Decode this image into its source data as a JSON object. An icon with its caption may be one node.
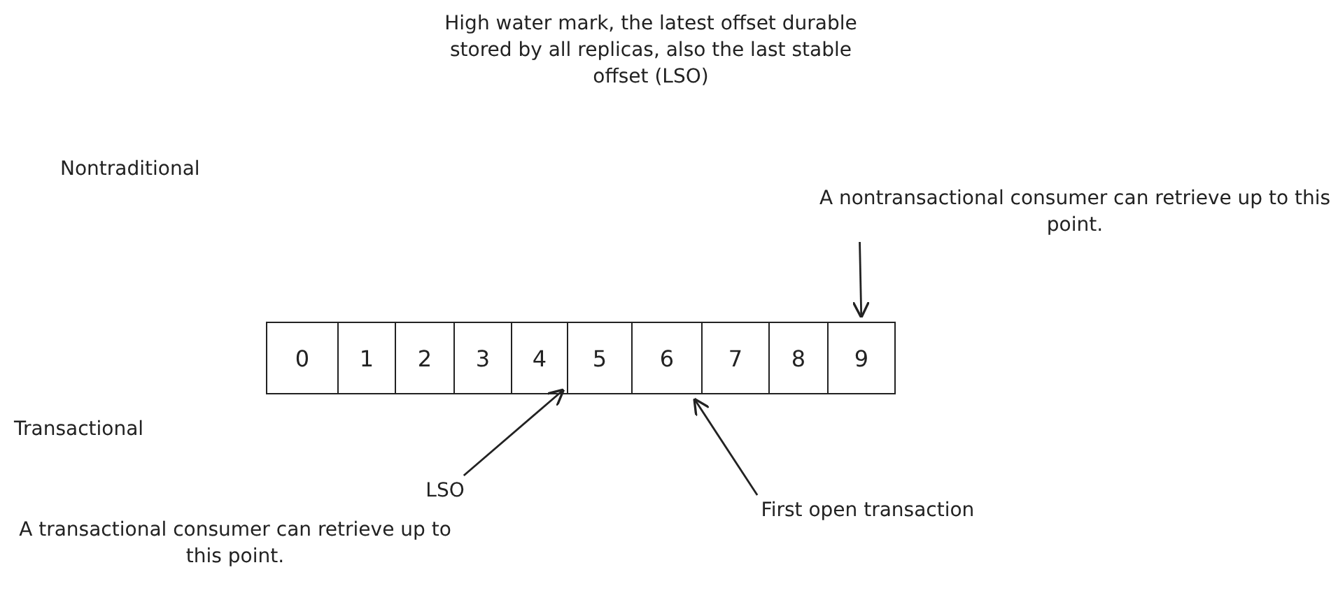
{
  "diagram": {
    "nodes": [
      {
        "text": [
          "0"
        ]
      },
      {
        "text": [
          "1"
        ]
      },
      {
        "text": [
          "2"
        ]
      },
      {
        "text": [
          "3"
        ]
      },
      {
        "text": [
          "4"
        ]
      },
      {
        "text": [
          "5"
        ]
      },
      {
        "text": [
          "6"
        ]
      },
      {
        "text": [
          "7"
        ]
      },
      {
        "text": [
          "8"
        ]
      },
      {
        "text": [
          "9"
        ]
      },
      {
        "text": [
          "A nontransactional consumer can retrieve up to this point."
        ]
      },
      {
        "text": [
          "LSO"
        ]
      },
      {
        "text": [
          "First open transaction"
        ]
      }
    ],
    "edges": [
      {
        "from": 10,
        "to": 9,
        "arrow": "to"
      },
      {
        "from": 11,
        "to": 5,
        "arrow": "to"
      },
      {
        "from": 12,
        "to": 6,
        "arrow": "to"
      }
    ],
    "labels": [
      "High water mark, the latest offset durable stored by all replicas, also the last stable offset (LSO)",
      "Nontraditional",
      "Transactional",
      "A transactional consumer can retrieve up to this point."
    ]
  }
}
